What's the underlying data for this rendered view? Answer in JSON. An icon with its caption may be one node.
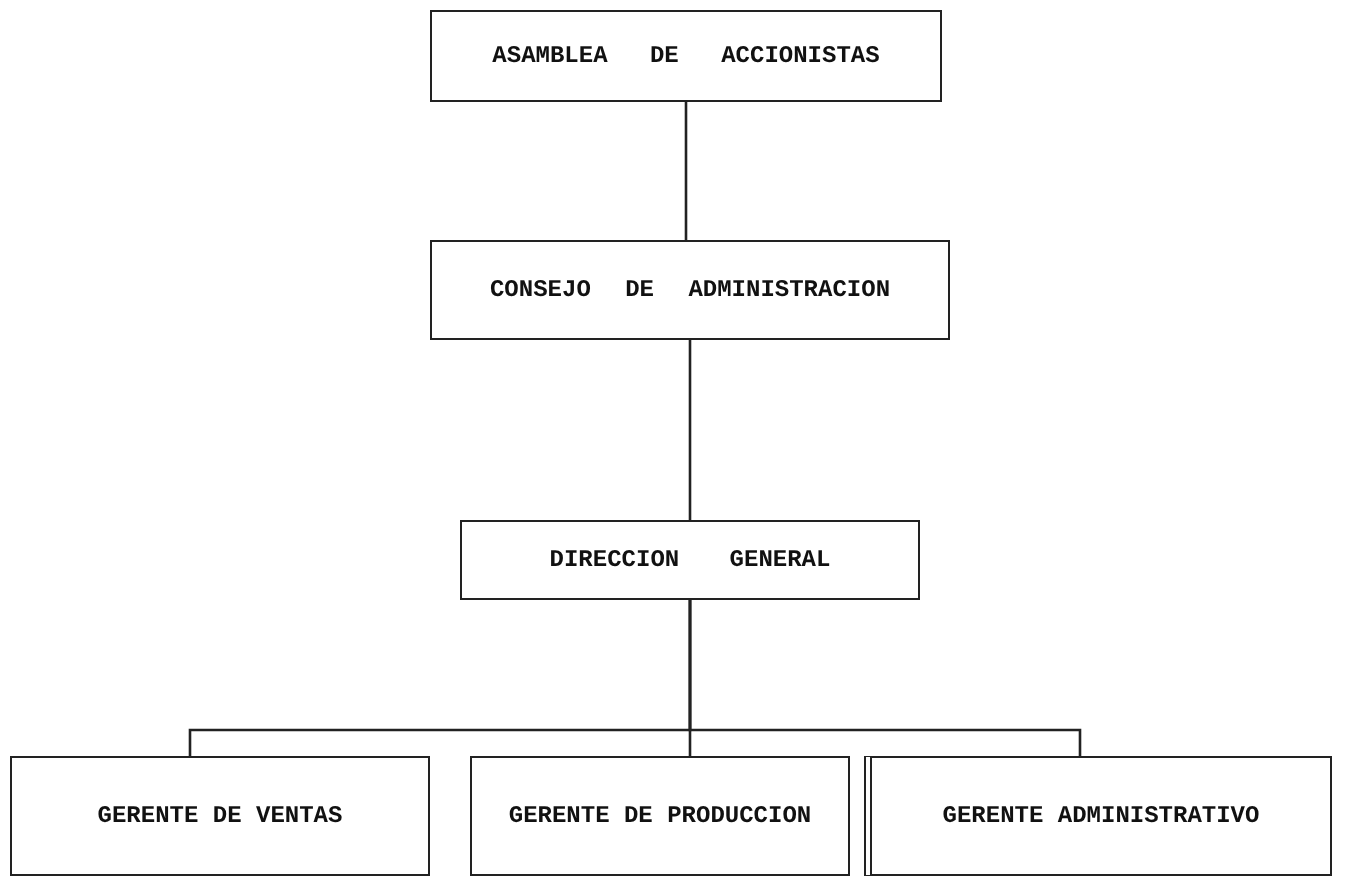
{
  "diagram": {
    "nodes": [
      {
        "text": [
          "ASAMBLEA DE ACCIONISTAS"
        ]
      },
      {
        "text": [
          "CONSEJO DE ADMINISTRACION"
        ]
      },
      {
        "text": [
          "DIRECCION GENERAL"
        ]
      },
      {
        "text": [
          "GERENTE DE VENTAS"
        ]
      },
      {
        "text": [
          "GERENTE DE PRODUCCION"
        ]
      },
      {
        "text": [
          "GERENTE ADMINISTRATIVO"
        ]
      }
    ],
    "edges": [
      {
        "from": 0,
        "to": 1,
        "arrow": "none"
      },
      {
        "from": 1,
        "to": 2,
        "arrow": "none"
      },
      {
        "from": 2,
        "to": 3,
        "arrow": "none"
      },
      {
        "from": 2,
        "to": 4,
        "arrow": "none"
      },
      {
        "from": 2,
        "to": 5,
        "arrow": "none"
      }
    ]
  }
}
